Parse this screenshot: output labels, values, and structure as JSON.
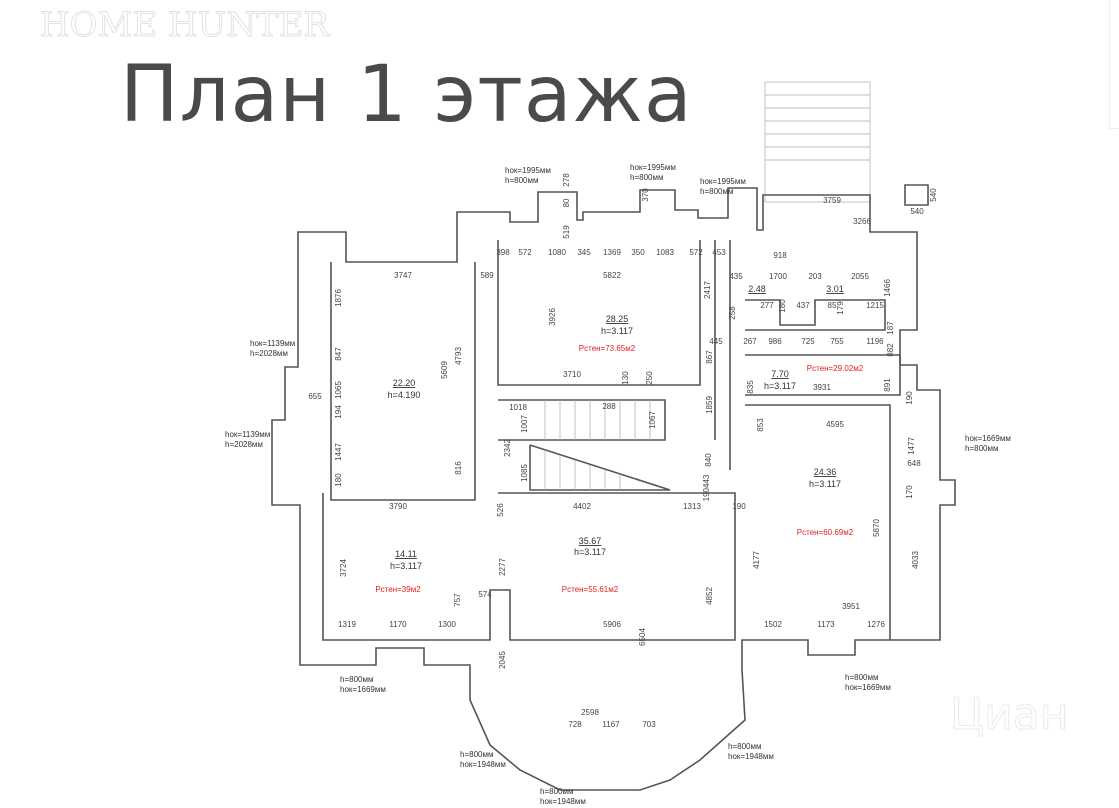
{
  "title": "План 1 этажа",
  "watermark": {
    "logo_text": "HOME HUNTER",
    "corner_text": "Циан"
  },
  "colors": {
    "walls": "#555555",
    "area_text": "#e02020",
    "title": "#4a4a4a"
  },
  "rooms": [
    {
      "area": "22.20",
      "height": "h=4.190"
    },
    {
      "area": "28.25",
      "height": "h=3.117",
      "perimeter": "Pстен=73.65м2"
    },
    {
      "area": "2.48"
    },
    {
      "area": "3.01"
    },
    {
      "area": "7.70",
      "height": "h=3.117",
      "perimeter": "Pстен=29.02м2"
    },
    {
      "area": "24.36",
      "height": "h=3.117",
      "perimeter": "Pстен=60.69м2"
    },
    {
      "area": "14.11",
      "height": "h=3.117",
      "perimeter": "Pстен=39м2"
    },
    {
      "area": "35.67",
      "height": "h=3.117",
      "perimeter": "Pстен=55.61м2"
    }
  ],
  "windows": [
    {
      "l1": "hок=1995мм",
      "l2": "h=800мм"
    },
    {
      "l1": "hок=1995мм",
      "l2": "h=800мм"
    },
    {
      "l1": "hок=1995мм",
      "l2": "h=800мм"
    },
    {
      "l1": "hок=1139мм",
      "l2": "h=2028мм"
    },
    {
      "l1": "hок=1139мм",
      "l2": "h=2028мм"
    },
    {
      "l1": "hок=1669мм",
      "l2": "h=800мм"
    },
    {
      "l1": "h=800мм",
      "l2": "hок=1669мм"
    },
    {
      "l1": "h=800мм",
      "l2": "hок=1669мм"
    },
    {
      "l1": "h=800мм",
      "l2": "hок=1948мм"
    },
    {
      "l1": "h=800мм",
      "l2": "hок=1948мм"
    },
    {
      "l1": "h=800мм",
      "l2": "hок=1948мм"
    }
  ],
  "dimensions": [
    "3747",
    "589",
    "5822",
    "398",
    "572",
    "1080",
    "345",
    "1369",
    "350",
    "1083",
    "572",
    "453",
    "278",
    "80",
    "519",
    "370",
    "3759",
    "540",
    "540",
    "3266",
    "918",
    "435",
    "1700",
    "203",
    "2055",
    "2417",
    "277",
    "180",
    "437",
    "85",
    "179",
    "1215",
    "1466",
    "258",
    "445",
    "267",
    "986",
    "725",
    "755",
    "1196",
    "187",
    "882",
    "867",
    "3926",
    "3710",
    "130",
    "250",
    "835",
    "3931",
    "891",
    "190",
    "1876",
    "847",
    "1065",
    "655",
    "194",
    "1447",
    "180",
    "5609",
    "4793",
    "816",
    "1018",
    "1007",
    "288",
    "1067",
    "2342",
    "1085",
    "1859",
    "853",
    "4595",
    "1477",
    "648",
    "170",
    "3790",
    "526",
    "4402",
    "1313",
    "190",
    "4177",
    "5870",
    "4033",
    "3951",
    "3724",
    "2277",
    "757",
    "574",
    "4852",
    "1319",
    "1170",
    "1300",
    "5906",
    "6504",
    "1502",
    "1173",
    "1276",
    "2045",
    "2598",
    "728",
    "1167",
    "703",
    "840",
    "190443"
  ]
}
